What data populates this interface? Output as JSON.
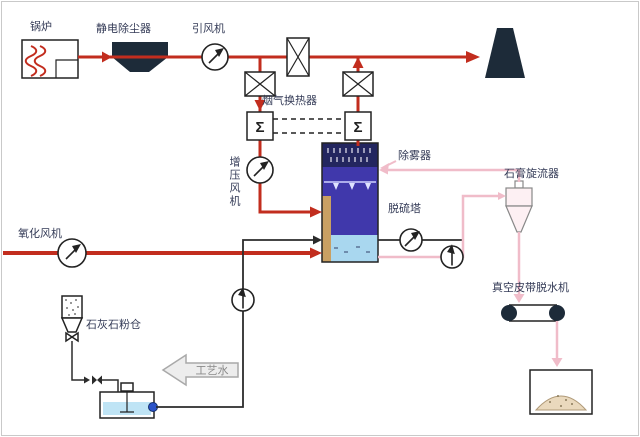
{
  "diagram": {
    "labels": {
      "boiler": "锅炉",
      "esp": "静电除尘器",
      "id_fan": "引风机",
      "ggh": "烟气换热器",
      "booster_fan": "增压风机",
      "absorber": "脱硫塔",
      "mist_eliminator": "除雾器",
      "oxidation_fan": "氧化风机",
      "limestone_silo": "石灰石粉仓",
      "process_water": "工艺水",
      "gypsum_cyclone": "石膏旋流器",
      "vacuum_belt": "真空皮带脱水机",
      "hx_symbol_left": "Σ",
      "hx_symbol_right": "Σ"
    },
    "colors": {
      "flue_gas": "#c22d1e",
      "slurry": "#2b2b2b",
      "gypsum": "#f0bcc9",
      "equipment_dark": "#1d2b39",
      "tower_body": "#4038ab",
      "tower_top": "#23265f",
      "tower_bottom": "#a9d7ef",
      "tower_inlet": "#c9a063",
      "water": "#bfe4f5",
      "pile": "#ead9bd"
    }
  }
}
